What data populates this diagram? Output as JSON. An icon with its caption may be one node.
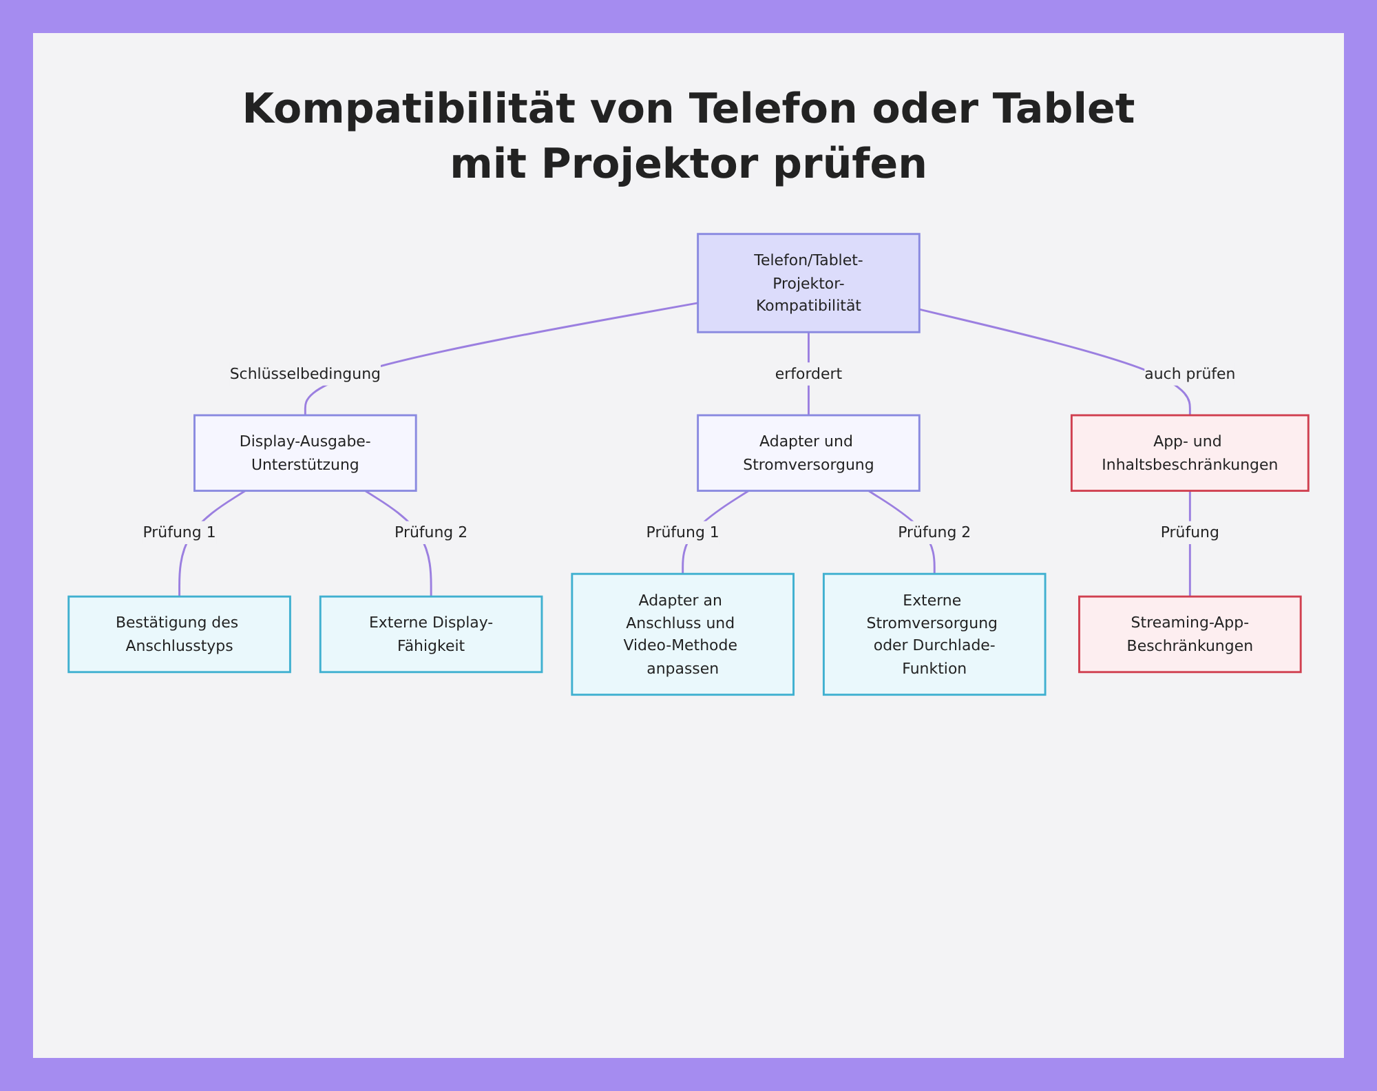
{
  "diagram": {
    "title": "Kompatibilität von Telefon oder Tablet mit Projektor prüfen",
    "nodes": [
      {
        "text": [
          "Telefon/Tablet-Projektor-Kompatibilität"
        ]
      },
      {
        "text": [
          "Display-Ausgabe-Unterstützung"
        ]
      },
      {
        "text": [
          "Adapter und Stromversorgung"
        ]
      },
      {
        "text": [
          "App- und Inhaltsbeschränkungen"
        ]
      },
      {
        "text": [
          "Bestätigung des Anschlusstyps"
        ]
      },
      {
        "text": [
          "Externe Display-Fähigkeit"
        ]
      },
      {
        "text": [
          "Adapter an Anschluss und Video-Methode anpassen"
        ]
      },
      {
        "text": [
          "Externe Stromversorgung oder Durchlade-Funktion"
        ]
      },
      {
        "text": [
          "Streaming-App-Beschränkungen"
        ]
      }
    ],
    "edges": [
      {
        "from": 0,
        "to": 1,
        "arrow": "none",
        "label": "Schlüsselbedingung"
      },
      {
        "from": 0,
        "to": 2,
        "arrow": "none",
        "label": "erfordert"
      },
      {
        "from": 0,
        "to": 3,
        "arrow": "none",
        "label": "auch prüfen"
      },
      {
        "from": 1,
        "to": 4,
        "arrow": "none",
        "label": "Prüfung 1"
      },
      {
        "from": 1,
        "to": 5,
        "arrow": "none",
        "label": "Prüfung 2"
      },
      {
        "from": 2,
        "to": 6,
        "arrow": "none",
        "label": "Prüfung 1"
      },
      {
        "from": 2,
        "to": 7,
        "arrow": "none",
        "label": "Prüfung 2"
      },
      {
        "from": 3,
        "to": 8,
        "arrow": "none",
        "label": "Prüfung"
      }
    ]
  }
}
